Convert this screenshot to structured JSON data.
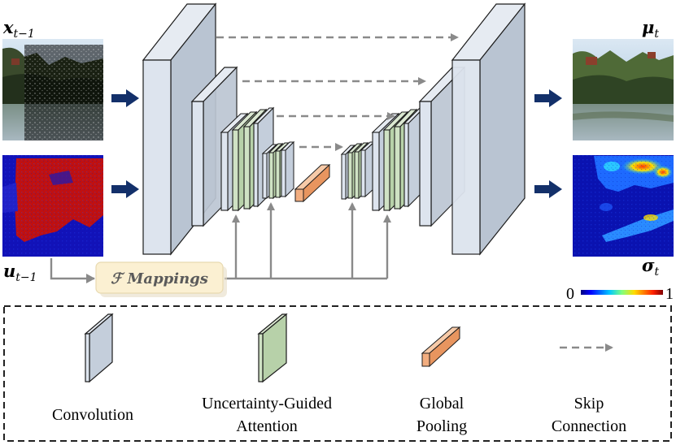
{
  "inputs": {
    "x_label": {
      "main": "x",
      "sub": "t−1"
    },
    "u_label": {
      "main": "u",
      "sub": "t−1"
    }
  },
  "outputs": {
    "mu_label": {
      "main": "μ",
      "sub": "t"
    },
    "sigma_label": {
      "main": "σ",
      "sub": "t"
    }
  },
  "mappings_label": "ℱ Mappings",
  "colorbar": {
    "min": "0",
    "max": "1"
  },
  "legend": {
    "convolution": [
      "Convolution"
    ],
    "attention": [
      "Uncertainty-Guided",
      "Attention"
    ],
    "pooling": [
      "Global",
      "Pooling"
    ],
    "skip": [
      "Skip",
      "Connection"
    ]
  },
  "colors": {
    "conv": "#c9d3e0",
    "attention": "#b9d4ad",
    "pooling": "#f2ad7f",
    "arrow_navy": "#13306a",
    "skip": "#8a8a8a",
    "mappings_box": "#fbf0d2"
  }
}
